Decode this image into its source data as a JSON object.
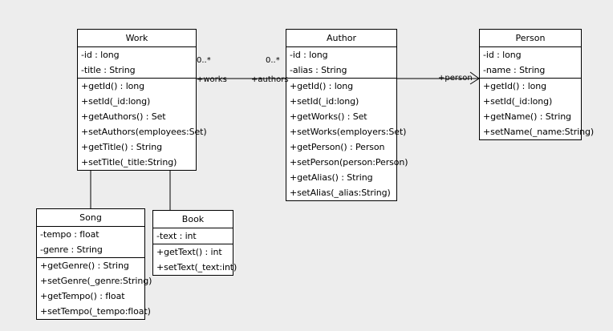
{
  "diagram": {
    "type": "uml-class-diagram",
    "background_color": "#ededed",
    "box_fill_color": "#ffffff",
    "line_color": "#000000"
  },
  "classes": [
    {
      "key": "work",
      "name": "Work",
      "attributes": [
        "-id : long",
        "-title : String"
      ],
      "methods": [
        "+getId() : long",
        "+setId(_id:long)",
        "+getAuthors() : Set",
        "+setAuthors(employees:Set)",
        "+getTitle() : String",
        "+setTitle(_title:String)"
      ]
    },
    {
      "key": "author",
      "name": "Author",
      "attributes": [
        "-id : long",
        "-alias : String"
      ],
      "methods": [
        "+getId() : long",
        "+setId(_id:long)",
        "+getWorks() : Set",
        "+setWorks(employers:Set)",
        "+getPerson() : Person",
        "+setPerson(person:Person)",
        "+getAlias() : String",
        "+setAlias(_alias:String)"
      ]
    },
    {
      "key": "person",
      "name": "Person",
      "attributes": [
        "-id : long",
        "-name : String"
      ],
      "methods": [
        "+getId() : long",
        "+setId(_id:long)",
        "+getName() : String",
        "+setName(_name:String)"
      ]
    },
    {
      "key": "song",
      "name": "Song",
      "attributes": [
        "-tempo : float",
        "-genre : String"
      ],
      "methods": [
        "+getGenre() : String",
        "+setGenre(_genre:String)",
        "+getTempo() : float",
        "+setTempo(_tempo:float)"
      ]
    },
    {
      "key": "book",
      "name": "Book",
      "attributes": [
        "-text : int"
      ],
      "methods": [
        "+getText() : int",
        "+setText(_text:int)"
      ]
    }
  ],
  "relationships": [
    {
      "key": "work-author",
      "kind": "association",
      "from": "Work",
      "to": "Author",
      "source_multiplicity": "0..*",
      "target_multiplicity": "0..*",
      "source_role": "+works",
      "target_role": "+authors"
    },
    {
      "key": "author-person",
      "kind": "directed-association",
      "from": "Author",
      "to": "Person",
      "target_role": "+person"
    },
    {
      "key": "song-work",
      "kind": "generalization",
      "from": "Song",
      "to": "Work"
    },
    {
      "key": "book-work",
      "kind": "generalization",
      "from": "Book",
      "to": "Work"
    }
  ],
  "labels": {
    "work_author_source_mult": "0..*",
    "work_author_target_mult": "0..*",
    "work_author_source_role": "+works",
    "work_author_target_role": "+authors",
    "author_person_role": "+person"
  }
}
